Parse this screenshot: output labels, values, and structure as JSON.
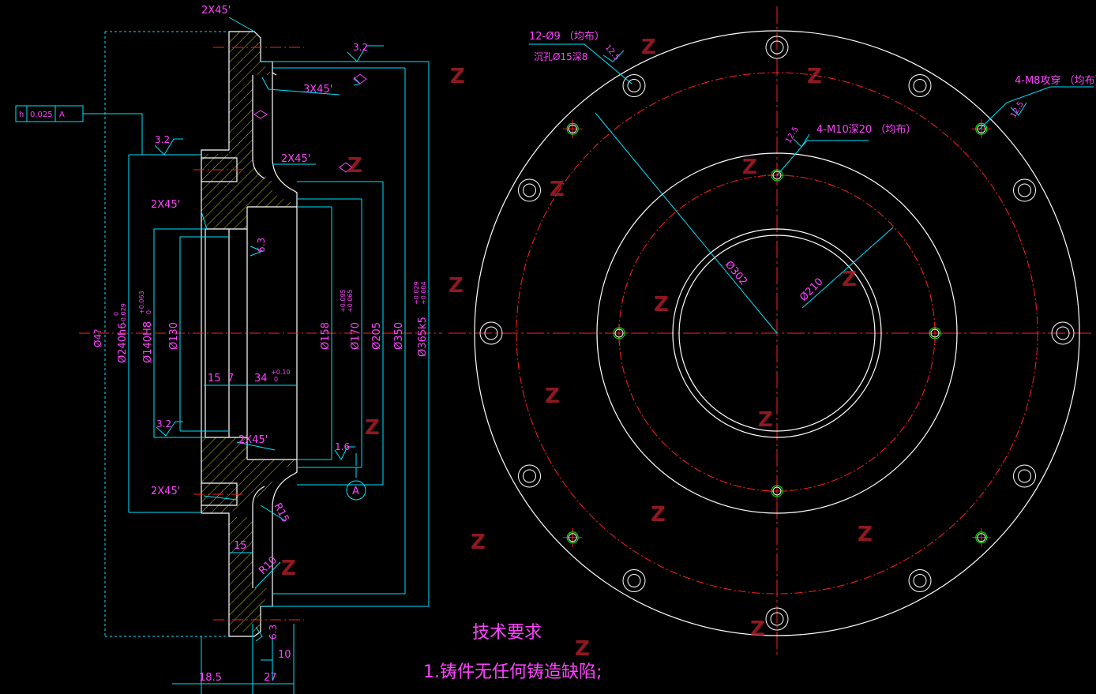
{
  "colors": {
    "background": "#000000",
    "outline": "#ffffff",
    "dimension_line": "#00e5ff",
    "dimension_text": "#ff44ff",
    "center_line": "#ff2020",
    "hatch": "#c8c800",
    "watermark": "#c0202a",
    "hole_mark": "#00ff00"
  },
  "section_view": {
    "chamfer_top": "2X45'",
    "chamfer_3x45": "3X45'",
    "chamfer_mid": "2X45'",
    "chamfer_left": "2X45'",
    "chamfer_bottom_right": "2X45'",
    "chamfer_bottom_left": "2X45'",
    "roughness_top": "3.2",
    "roughness_left": "3.2",
    "roughness_63": "6.3",
    "roughness_inner": "3.2",
    "roughness_16": "1.6",
    "roughness_63b": "6.3",
    "fcf_symbol": "h",
    "fcf_tolerance": "0.025",
    "fcf_datum": "A",
    "datum_label": "A",
    "d240": "Ø240h6",
    "d240_tol_top": "0",
    "d240_tol_bottom": "-0.029",
    "d140": "Ø140H8",
    "d140_tol_top": "+0.063",
    "d140_tol_bottom": "0",
    "d130": "Ø130",
    "d158": "Ø158",
    "d170": "Ø170",
    "d170_tol_top": "+0.095",
    "d170_tol_bottom": "+0.065",
    "d205": "Ø205",
    "d350": "Ø350",
    "d365": "Ø365k5",
    "d365_tol_top": "+0.029",
    "d365_tol_bottom": "+0.004",
    "dim_15": "15",
    "dim_7": "7",
    "dim_34": "34",
    "dim_34_tol_top": "+0.10",
    "dim_34_tol_bottom": "0",
    "dim_15b": "15",
    "dim_10": "10",
    "dim_18_5": "18.5",
    "dim_27": "27",
    "r15": "R15",
    "r10": "R10",
    "far_left": "Ø4?",
    "watermark_text": "Z"
  },
  "plan_view": {
    "holes_12": "12-Ø9 （均布）",
    "counterbore": "沉孔Ø15深8",
    "roughness_125_a": "12.5",
    "m8": "4-M8攻穿 （均布）",
    "roughness_125_b": "12.5",
    "m10": "4-M10深20 （均布）",
    "roughness_125_c": "12.5",
    "d302": "Ø302",
    "d210": "Ø210"
  },
  "notes": {
    "title": "技术要求",
    "item1": "1.铸件无任何铸造缺陷;"
  }
}
